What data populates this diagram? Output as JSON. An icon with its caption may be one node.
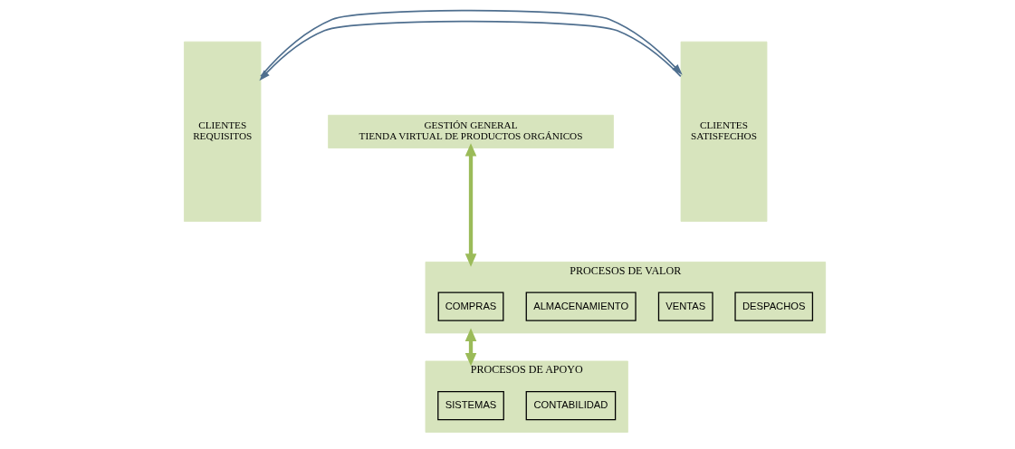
{
  "diagram": {
    "nodes": [
      {
        "text": [
          "CLIENTES REQUISITOS"
        ]
      },
      {
        "text": [
          "GESTIÓN GENERAL",
          "TIENDA VIRTUAL DE PRODUCTOS ORGÁNICOS"
        ]
      },
      {
        "text": [
          "PROCESOS DE VALOR"
        ]
      },
      {
        "text": [
          "COMPRAS"
        ],
        "in": 2
      },
      {
        "text": [
          "ALMACENAMIENTO"
        ],
        "in": 2
      },
      {
        "text": [
          "VENTAS"
        ],
        "in": 2
      },
      {
        "text": [
          "DESPACHOS"
        ],
        "in": 2
      },
      {
        "text": [
          "PROCESOS DE APOYO"
        ]
      },
      {
        "text": [
          "SISTEMAS"
        ],
        "in": 7
      },
      {
        "text": [
          "CONTABILIDAD"
        ],
        "in": 7
      },
      {
        "text": [
          "CLIENTES SATISFECHOS"
        ]
      }
    ],
    "edges": [
      {
        "from": 10,
        "to": 0,
        "arrow": "to"
      },
      {
        "from": 1,
        "to": 2,
        "arrow": "both",
        "style": "thick"
      },
      {
        "from": 2,
        "to": 7,
        "arrow": "both",
        "style": "thick"
      },
      {
        "from": 0,
        "to": 10,
        "arrow": "to"
      }
    ]
  }
}
